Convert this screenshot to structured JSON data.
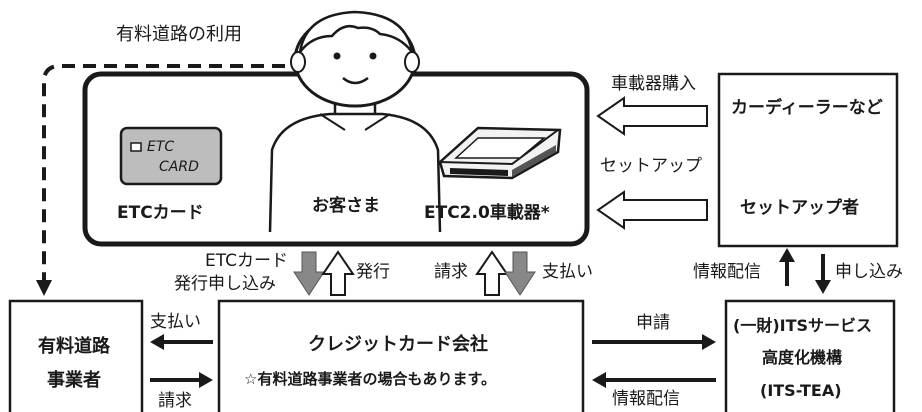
{
  "toll_road_usage": "有料道路の利用",
  "customer": {
    "label": "お客さま",
    "etc_card": "ETCカード",
    "etc_card_text_1": "ETC",
    "etc_card_text_2": "CARD",
    "onboard_unit": "ETC2.0車載器*"
  },
  "dealer": {
    "title": "カーディーラーなど",
    "setup": "セットアップ者"
  },
  "arrows": {
    "purchase": "車載器購入",
    "setup": "セットアップ",
    "card_application_1": "ETCカード",
    "card_application_2": "発行申し込み",
    "issue": "発行",
    "billing_top": "請求",
    "payment_top": "支払い",
    "info_delivery_left": "情報配信",
    "apply_right": "申し込み",
    "payment_left": "支払い",
    "billing_left": "請求",
    "application": "申請",
    "info_delivery_bottom": "情報配信"
  },
  "toll_operator": {
    "line1": "有料道路",
    "line2": "事業者"
  },
  "credit": {
    "title": "クレジットカード会社",
    "note": "☆有料道路事業者の場合もあります。"
  },
  "its": {
    "line1": "(一財)ITSサービス",
    "line2": "高度化機構",
    "line3": "(ITS-TEA)"
  }
}
